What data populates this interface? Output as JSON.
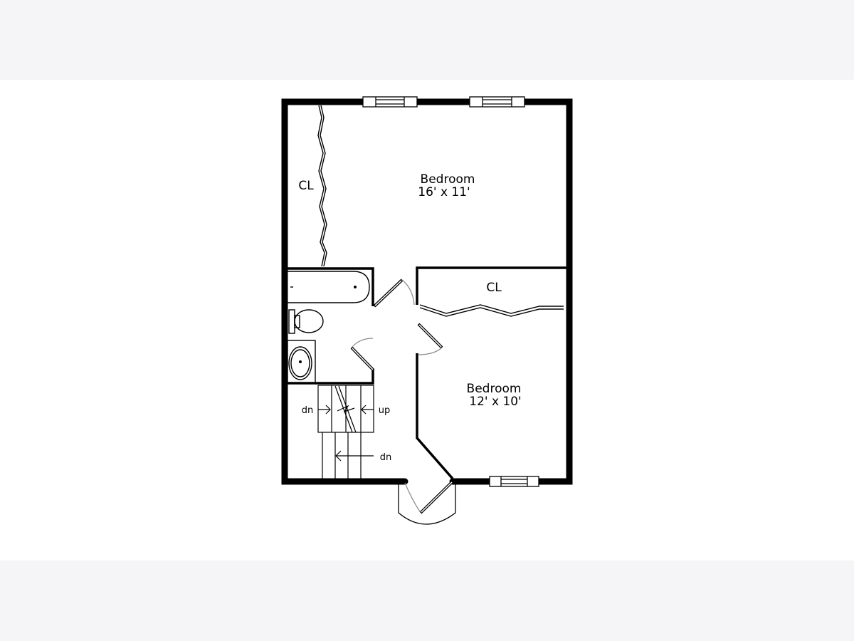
{
  "floorplan": {
    "rooms": [
      {
        "name": "Bedroom",
        "dimensions": "16' x 11'"
      },
      {
        "name": "Bedroom",
        "dimensions": "12' x 10'"
      }
    ],
    "closets": [
      "CL",
      "CL"
    ],
    "stairs": {
      "label_left": "dn",
      "label_right": "up",
      "label_lower": "dn"
    }
  },
  "colors": {
    "background_band": "#f5f4f7",
    "wall": "#000000"
  }
}
